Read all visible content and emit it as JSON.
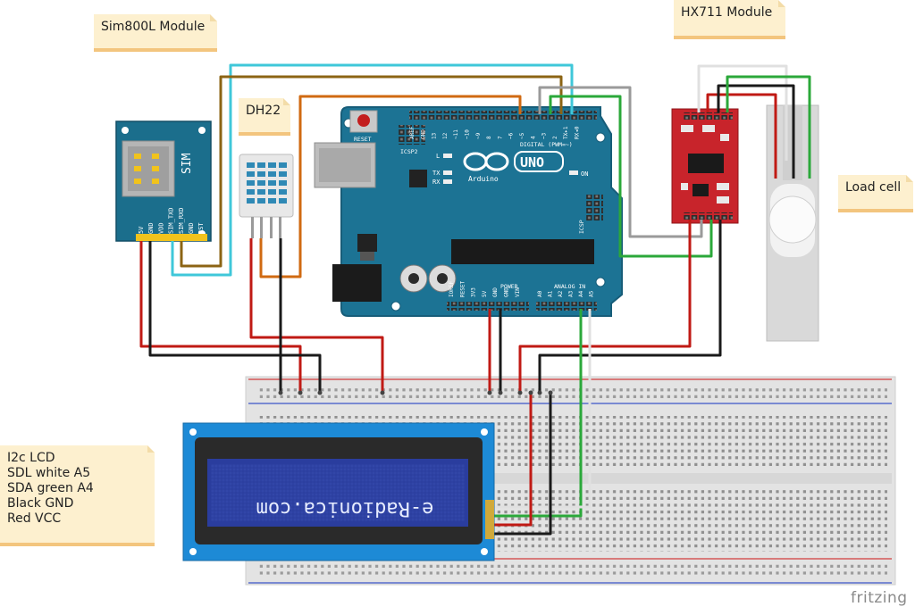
{
  "notes": {
    "sim800l": "Sim800L Module",
    "dht22": "DH22",
    "hx711": "HX711 Module",
    "load_cell": "Load cell",
    "lcd": [
      "I2c LCD",
      "SDL white  A5",
      "SDA green A4",
      "Black GND",
      "Red VCC"
    ]
  },
  "sim_module": {
    "label": "SIM",
    "pins": [
      "5V",
      "GND",
      "VDD",
      "SIM_TXD",
      "SIM_RXD",
      "GND",
      "RST"
    ]
  },
  "arduino": {
    "reset": "RESET",
    "icsp2": "ICSP2",
    "icsp": "ICSP",
    "digital": "DIGITAL (PWM=~)",
    "brand": "Arduino",
    "model": "UNO",
    "led_l": "L",
    "led_tx": "TX",
    "led_rx": "RX",
    "on": "ON",
    "power": "POWER",
    "analog": "ANALOG IN",
    "digital_pins": [
      "AREF",
      "GND",
      "13",
      "12",
      "~11",
      "~10",
      "~9",
      "8",
      "7",
      "~6",
      "~5",
      "4",
      "~3",
      "2",
      "TX▸1",
      "RX◂0"
    ],
    "power_pins": [
      "IOREF",
      "RESET",
      "3V3",
      "5V",
      "GND",
      "GND",
      "VIN"
    ],
    "analog_pins": [
      "A0",
      "A1",
      "A2",
      "A3",
      "A4",
      "A5"
    ]
  },
  "lcd": {
    "text": "e-Radionica.com"
  },
  "logo": "fritzing",
  "colors": {
    "board": "#1c7394",
    "lcd_frame": "#1d8ad6",
    "lcd_screen": "#2a3d9e",
    "hx711": "#c8242b",
    "wire_red": "#c01a14",
    "wire_green": "#2ba83a",
    "wire_cyan": "#3fc7d9",
    "wire_orange": "#d06a12",
    "wire_brown": "#8c6414",
    "note_bg": "#fdf0cf",
    "note_border": "#f3c57e"
  }
}
